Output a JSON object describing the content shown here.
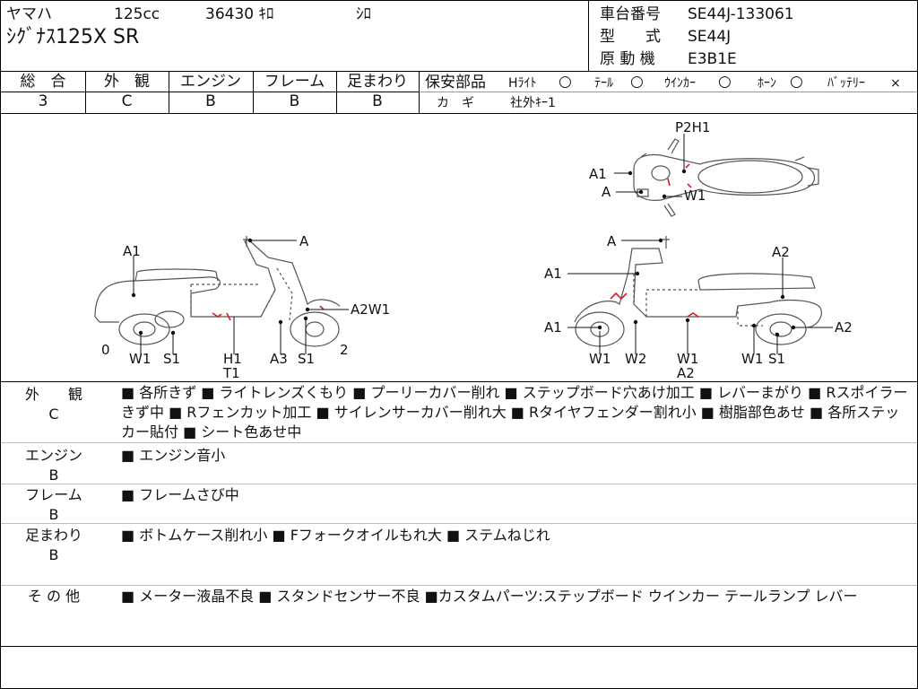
{
  "header": {
    "maker": "ヤマハ",
    "cc": "125cc",
    "mileage": "36430 ｷﾛ",
    "color": "ｼﾛ",
    "model_name": "ｼｸﾞﾅｽ125X SR",
    "frame_no_label": "車台番号",
    "frame_no": "SE44J-133061",
    "type_label": "型　　式",
    "type": "SE44J",
    "engine_label": "原 動 機",
    "engine": "E3B1E"
  },
  "grades": {
    "headers": [
      "総　合",
      "外　観",
      "エンジン",
      "フレーム",
      "足まわり"
    ],
    "values": [
      "3",
      "C",
      "B",
      "B",
      "B"
    ]
  },
  "parts": {
    "title": "保安部品",
    "items": [
      {
        "label": "Hﾗｲﾄ",
        "mark": "○"
      },
      {
        "label": "ﾃｰﾙ",
        "mark": "○"
      },
      {
        "label": "ｳｲﾝｶｰ",
        "mark": "○"
      },
      {
        "label": "ﾎｰﾝ",
        "mark": "○"
      },
      {
        "label": "ﾊﾞｯﾃﾘｰ",
        "mark": "×"
      }
    ],
    "key_label": "カ　ギ",
    "key_value": "社外ｷｰ1"
  },
  "diagram": {
    "left": {
      "labels": [
        "A1",
        "A",
        "A2W1",
        "0",
        "2",
        "W1",
        "S1",
        "H1",
        "T1",
        "A3",
        "S1"
      ]
    },
    "right": {
      "labels": [
        "A",
        "A2",
        "A1",
        "A1",
        "A2",
        "W1",
        "W2",
        "W1",
        "A2",
        "W1",
        "S1"
      ]
    },
    "top": {
      "labels": [
        "P2H1",
        "A1",
        "A",
        "W1"
      ]
    }
  },
  "remarks": [
    {
      "title": "外　　観",
      "grade": "C",
      "text": "■ 各所きず ■ ライトレンズくもり ■ プーリーカバー削れ ■ ステップボード穴あけ加工 ■ レバーまがり ■ Rスポイラーきず中 ■ Rフェンカット加工 ■ サイレンサーカバー削れ大 ■ Rタイヤフェンダー割れ小 ■ 樹脂部色あせ ■ 各所ステッカー貼付 ■ シート色あせ中"
    },
    {
      "title": "エンジン",
      "grade": "B",
      "text": "■ エンジン音小"
    },
    {
      "title": "フレーム",
      "grade": "B",
      "text": "■ フレームさび中"
    },
    {
      "title": "足まわり",
      "grade": "B",
      "text": "■ ボトムケース削れ小 ■ Fフォークオイルもれ大 ■ ステムねじれ"
    },
    {
      "title": "そ の 他",
      "grade": "",
      "text": "■ メーター液晶不良 ■ スタンドセンサー不良 ■カスタムパーツ:ステップボード ウインカー テールランプ レバー"
    }
  ],
  "colors": {
    "damage": "#cc2222",
    "line": "#000000",
    "sketch": "#555555"
  }
}
